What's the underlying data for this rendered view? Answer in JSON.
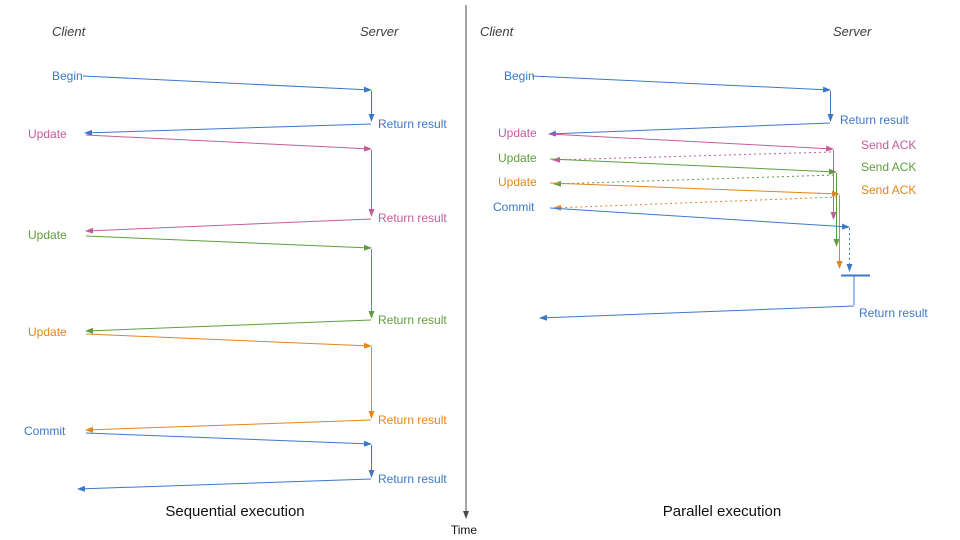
{
  "colors": {
    "blue": "#3d78c8",
    "pink": "#c45c9c",
    "green": "#5f9e3e",
    "orange": "#e2851e",
    "axis": "#4a4a4a",
    "heading": "#3d3d3d",
    "title": "#111111"
  },
  "axis": {
    "label": "Time"
  },
  "left": {
    "title": "Sequential execution",
    "client": "Client",
    "server": "Server",
    "messages": [
      {
        "label": "Begin",
        "response": "Return result"
      },
      {
        "label": "Update",
        "response": "Return result"
      },
      {
        "label": "Update",
        "response": "Return result"
      },
      {
        "label": "Update",
        "response": "Return result"
      },
      {
        "label": "Commit",
        "response": "Return result"
      }
    ]
  },
  "right": {
    "title": "Parallel execution",
    "client": "Client",
    "server": "Server",
    "messages": [
      {
        "label": "Begin",
        "response": "Return result"
      },
      {
        "label": "Update",
        "response": "Send ACK"
      },
      {
        "label": "Update",
        "response": "Send ACK"
      },
      {
        "label": "Update",
        "response": "Send ACK"
      },
      {
        "label": "Commit",
        "response": "Return result"
      }
    ]
  }
}
